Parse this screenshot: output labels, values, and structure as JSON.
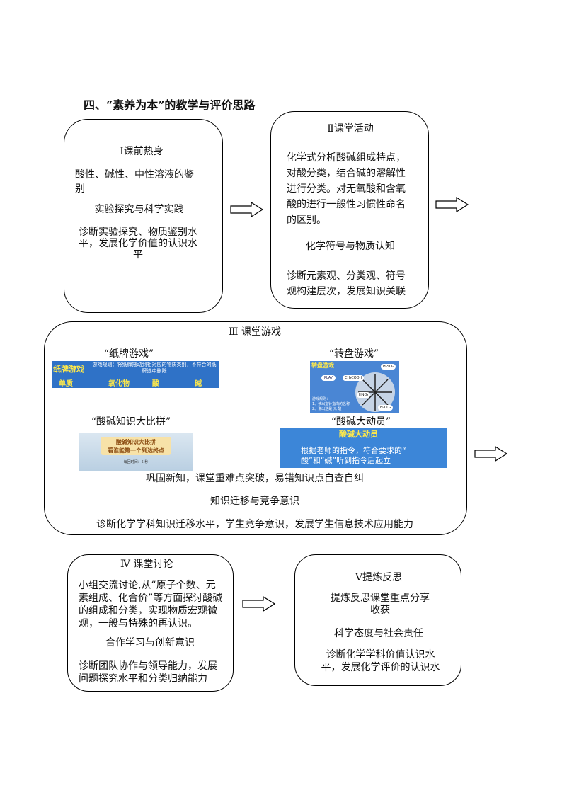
{
  "heading": "四、“素养为本”的教学与评价思路",
  "stage1": {
    "title": "Ⅰ课前热身",
    "content": "酸性、碱性、中性溶液的鉴别",
    "competency": "实验探究与科学实践",
    "diagnosis": "诊断实验探究、物质鉴别水平，发展化学价值的认识水平"
  },
  "stage2": {
    "title": "Ⅱ课堂活动",
    "content": "化学式分析酸碱组成特点，对酸分类，结合碱的溶解性进行分类。对无氧酸和含氧酸的进行一般性习惯性命名的区别。",
    "competency": "化学符号与物质认知",
    "diagnosis": "诊断元素观、分类观、符号观构建层次，发展知识关联"
  },
  "stage3": {
    "title": "Ⅲ 课堂游戏",
    "game1": {
      "label": "“纸牌游戏”",
      "banner": "纸牌游戏",
      "rules": "游戏规则：将纸牌拖动到相对应的物质类别，不符合的纸牌选中删除",
      "categories": [
        "单质",
        "氧化物",
        "酸",
        "碱"
      ]
    },
    "game2": {
      "label": "“转盘游戏”",
      "banner": "转盘游戏",
      "play": "PLAY",
      "formulas": [
        "H₂SO₄",
        "CH₃COOH",
        "HNO₃",
        "H₂CO₃"
      ],
      "rules_title": "游戏规则：",
      "rules": [
        "1、读出指针指向的名称",
        "2、说出这是 元 酸"
      ]
    },
    "game3": {
      "label": "“酸碱知识大比拼”",
      "line1": "酸碱知识大比拼",
      "line2": "看谁能第一个到达终点",
      "timer": "每回时间：5 秒"
    },
    "game4": {
      "label": "“酸碱大动员”",
      "title": "酸碱大动员",
      "line1": "根据老师的指令，符合要求的“",
      "line2": "酸”和“碱”听到指令后起立"
    },
    "content": "巩固新知，课堂重难点突破，易错知识点自查自纠",
    "competency": "知识迁移与竞争意识",
    "diagnosis": "诊断化学学科知识迁移水平，学生竞争意识，发展学生信息技术应用能力"
  },
  "stage4": {
    "title": "Ⅳ 课堂讨论",
    "content": "小组交流讨论,从“原子个数、元素组成、化合价”等方面探讨酸碱的组成和分类，实现物质宏观微观，一般与特殊的再认识。",
    "competency": "合作学习与创新意识",
    "diagnosis": "诊断团队协作与领导能力，发展问题探究水平和分类归纳能力"
  },
  "stage5": {
    "title": "Ⅴ提炼反思",
    "content": "提炼反思课堂重点分享收获",
    "competency": "科学态度与社会责任",
    "diagnosis": "诊断化学学科价值认识水平，发展化学评价的认识水"
  }
}
